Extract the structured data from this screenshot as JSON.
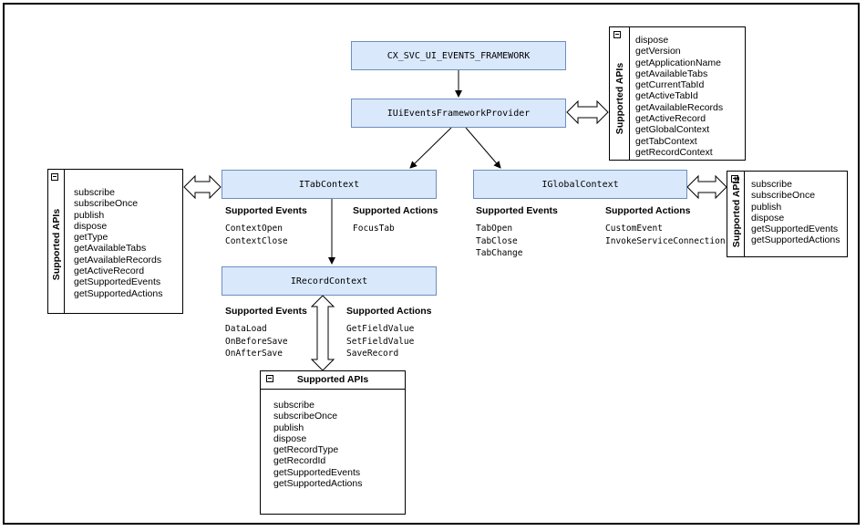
{
  "nodes": {
    "framework": "CX_SVC_UI_EVENTS_FRAMEWORK",
    "provider": "IUiEventsFrameworkProvider",
    "tab_context": "ITabContext",
    "global_context": "IGlobalContext",
    "record_context": "IRecordContext"
  },
  "labels": {
    "supported_events": "Supported Events",
    "supported_actions": "Supported Actions",
    "supported_apis": "Supported APIs"
  },
  "tab_context": {
    "events": [
      "ContextOpen",
      "ContextClose"
    ],
    "actions": [
      "FocusTab"
    ]
  },
  "global_context": {
    "events": [
      "TabOpen",
      "TabClose",
      "TabChange"
    ],
    "actions": [
      "CustomEvent",
      "InvokeServiceConnection"
    ]
  },
  "record_context": {
    "events": [
      "DataLoad",
      "OnBeforeSave",
      "OnAfterSave"
    ],
    "actions": [
      "GetFieldValue",
      "SetFieldValue",
      "SaveRecord"
    ]
  },
  "apis": {
    "provider": [
      "dispose",
      "getVersion",
      "getApplicationName",
      "getAvailableTabs",
      "getCurrentTabId",
      "getActiveTabId",
      "getAvailableRecords",
      "getActiveRecord",
      "getGlobalContext",
      "getTabContext",
      "getRecordContext"
    ],
    "tab_context": [
      "subscribe",
      "subscribeOnce",
      "publish",
      "dispose",
      "getType",
      "getAvailableTabs",
      "getAvailableRecords",
      "getActiveRecord",
      "getSupportedEvents",
      "getSupportedActions"
    ],
    "global_context": [
      "subscribe",
      "subscribeOnce",
      "publish",
      "dispose",
      "getSupportedEvents",
      "getSupportedActions"
    ],
    "record_context": [
      "subscribe",
      "subscribeOnce",
      "publish",
      "dispose",
      "getRecordType",
      "getRecordId",
      "getSupportedEvents",
      "getSupportedActions"
    ]
  }
}
